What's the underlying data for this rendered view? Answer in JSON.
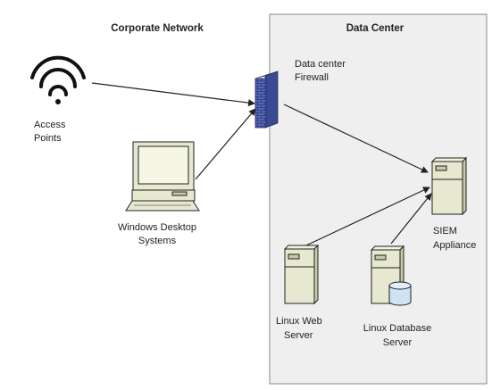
{
  "zones": {
    "corporate_network": "Corporate Network",
    "data_center": "Data Center"
  },
  "nodes": {
    "access_points": {
      "line1": "Access",
      "line2": "Points",
      "icon": "wifi-icon"
    },
    "firewall": {
      "line1": "Data center",
      "line2": "Firewall",
      "icon": "firewall-icon"
    },
    "windows_desktops": {
      "line1": "Windows Desktop",
      "line2": "Systems",
      "icon": "desktop-computer-icon"
    },
    "siem": {
      "line1": "SIEM",
      "line2": "Appliance",
      "icon": "server-icon"
    },
    "linux_web": {
      "line1": "Linux Web",
      "line2": "Server",
      "icon": "server-icon"
    },
    "linux_db": {
      "line1": "Linux Database",
      "line2": "Server",
      "icon": "database-server-icon"
    }
  },
  "colors": {
    "zone_fill": "#efefef",
    "zone_border": "#8a8a8a",
    "firewall_blue": "#5566b8",
    "server_fill": "#e6e8cf",
    "screen_fill": "#f5f6e6",
    "database_blue": "#cfe2f3",
    "line": "#222222"
  }
}
